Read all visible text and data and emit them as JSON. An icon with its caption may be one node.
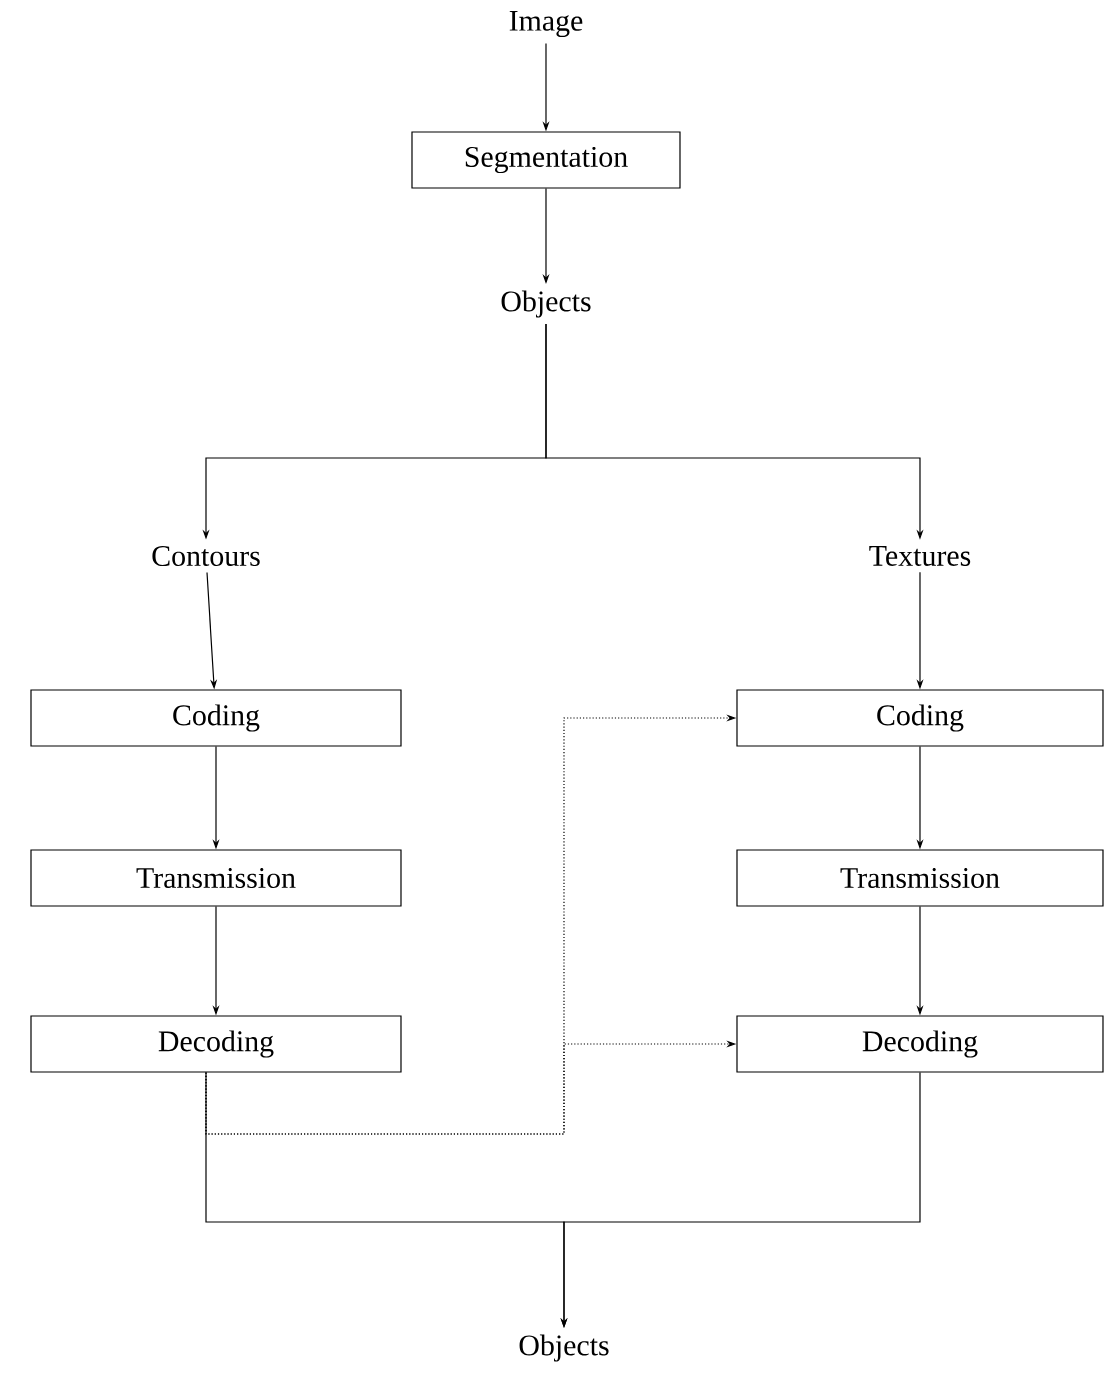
{
  "diagram": {
    "nodes": [
      {
        "text": [
          "Image"
        ]
      },
      {
        "text": [
          "Segmentation"
        ]
      },
      {
        "text": [
          "Objects"
        ]
      },
      {
        "text": [
          "Contours"
        ]
      },
      {
        "text": [
          "Textures"
        ]
      },
      {
        "text": [
          "Coding"
        ]
      },
      {
        "text": [
          "Transmission"
        ]
      },
      {
        "text": [
          "Decoding"
        ]
      },
      {
        "text": [
          "Coding"
        ]
      },
      {
        "text": [
          "Transmission"
        ]
      },
      {
        "text": [
          "Decoding"
        ]
      },
      {
        "text": [
          "Objects"
        ]
      }
    ],
    "edges": [
      {
        "from": 0,
        "to": 1,
        "arrow": "to"
      },
      {
        "from": 1,
        "to": 2,
        "arrow": "to"
      },
      {
        "from": 2,
        "to": 3,
        "arrow": "to"
      },
      {
        "from": 2,
        "to": 4,
        "arrow": "to"
      },
      {
        "from": 3,
        "to": 5,
        "arrow": "to"
      },
      {
        "from": 4,
        "to": 8,
        "arrow": "to"
      },
      {
        "from": 5,
        "to": 6,
        "arrow": "to"
      },
      {
        "from": 6,
        "to": 7,
        "arrow": "to"
      },
      {
        "from": 8,
        "to": 9,
        "arrow": "to"
      },
      {
        "from": 9,
        "to": 10,
        "arrow": "to"
      },
      {
        "from": 7,
        "to": 8,
        "arrow": "to",
        "style": "dashed"
      },
      {
        "from": 7,
        "to": 10,
        "arrow": "to",
        "style": "dashed"
      },
      {
        "from": 7,
        "to": 11,
        "arrow": "to"
      },
      {
        "from": 10,
        "to": 11,
        "arrow": "to"
      }
    ]
  }
}
